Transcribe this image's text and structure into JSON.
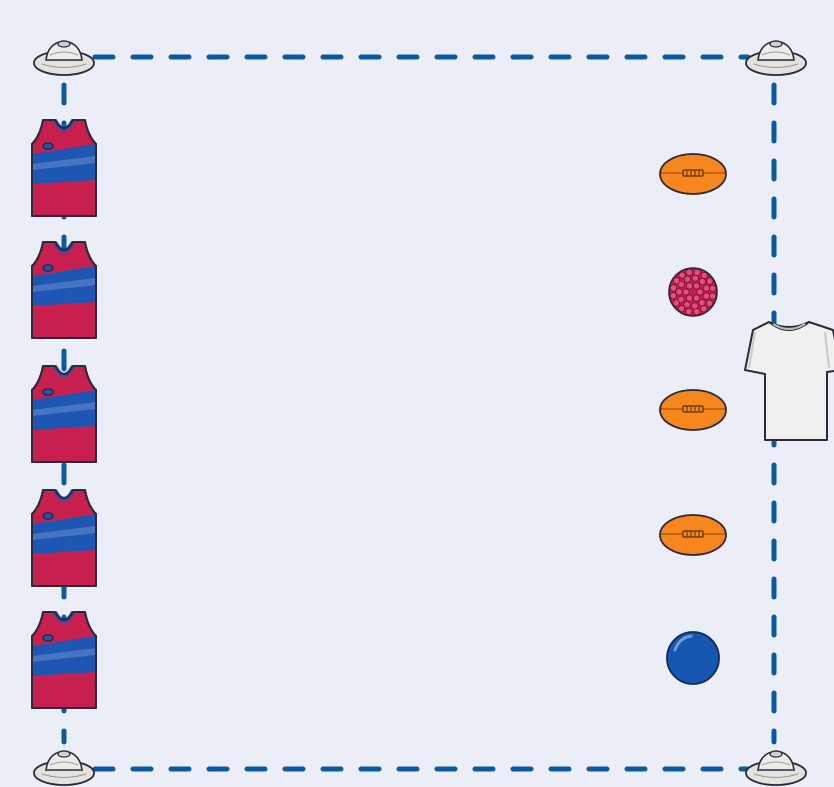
{
  "field": {
    "background_color": "#ebeef6",
    "boundary_color": "#0b5aa0",
    "boundary_style": "dashed"
  },
  "cones": [
    {
      "corner": "top-left",
      "icon": "marker-cone-icon",
      "color": "#e4e2df"
    },
    {
      "corner": "top-right",
      "icon": "marker-cone-icon",
      "color": "#e4e2df"
    },
    {
      "corner": "bottom-left",
      "icon": "marker-cone-icon",
      "color": "#e4e2df"
    },
    {
      "corner": "bottom-right",
      "icon": "marker-cone-icon",
      "color": "#e4e2df"
    }
  ],
  "players": [
    {
      "role": "player",
      "icon": "guernsey-icon",
      "top_color": "#c8204e",
      "band_color": "#1e56b4"
    },
    {
      "role": "player",
      "icon": "guernsey-icon",
      "top_color": "#c8204e",
      "band_color": "#1e56b4"
    },
    {
      "role": "player",
      "icon": "guernsey-icon",
      "top_color": "#c8204e",
      "band_color": "#1e56b4"
    },
    {
      "role": "player",
      "icon": "guernsey-icon",
      "top_color": "#c8204e",
      "band_color": "#1e56b4"
    },
    {
      "role": "player",
      "icon": "guernsey-icon",
      "top_color": "#c8204e",
      "band_color": "#1e56b4"
    }
  ],
  "equipment": [
    {
      "kind": "football",
      "icon": "football-icon",
      "color": "#f7861e"
    },
    {
      "kind": "spiky-ball",
      "icon": "spiky-ball-icon",
      "color": "#c41e4f"
    },
    {
      "kind": "football",
      "icon": "football-icon",
      "color": "#f7861e"
    },
    {
      "kind": "football",
      "icon": "football-icon",
      "color": "#f7861e"
    },
    {
      "kind": "ball",
      "icon": "blue-ball-icon",
      "color": "#1557b0"
    }
  ],
  "coach": {
    "role": "coach",
    "icon": "tshirt-icon",
    "color": "#f0f0ef"
  }
}
